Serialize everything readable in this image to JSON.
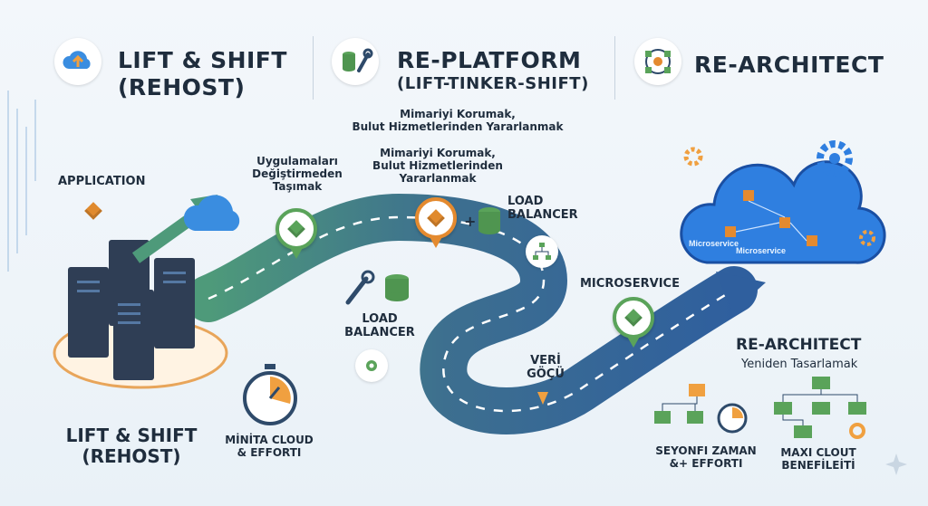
{
  "header": {
    "col1": {
      "title_line1": "LIFT & SHIFT",
      "title_line2": "(REHOST)",
      "icon": "cloud-upload-icon"
    },
    "col2": {
      "title_line1": "RE-PLATFORM",
      "title_line2": "(LIFT-TINKER-SHIFT)",
      "icon": "database-wrench-icon"
    },
    "col3": {
      "title_line1": "RE-ARCHITECT",
      "icon": "network-gear-icon"
    }
  },
  "labels": {
    "application": "APPLICATION",
    "lift_shift_line1": "LIFT & SHIFT",
    "lift_shift_line2": "(REHOST)",
    "pin1_line1": "Uygulamaları",
    "pin1_line2": "Değiştirmeden",
    "pin1_line3": "Taşımak",
    "pin2_line1": "Mimariyi Korumak,",
    "pin2_line2": "Bulut Hizmetlerinden",
    "pin2_line3": "Yararlanmak",
    "top_note_line1": "Mimariyi Korumak,",
    "top_note_line2": "Bulut Hizmetlerinden Yararlanmak",
    "load_balancer_top_line1": "LOAD",
    "load_balancer_top_line2": "BALANCER",
    "plus": "+",
    "load_balancer_mid_line1": "LOAD",
    "load_balancer_mid_line2": "BALANCER",
    "veri_line1": "VERİ",
    "veri_line2": "GÖÇÜ",
    "microservice": "MICROSERVICE",
    "minita_line1": "MİNİTA CLOUD",
    "minita_line2": "& EFFORTI",
    "rearchitect_title": "RE-ARCHITECT",
    "rearchitect_sub": "Yeniden Tasarlamak",
    "seyonfi_line1": "SEYONFI ZAMAN",
    "seyonfi_line2": "&+ EFFORTI",
    "maxi_line1": "MAXI CLOUT",
    "maxi_line2": "BENEFİLEİTİ",
    "ms_label": "Microservice"
  },
  "colors": {
    "road_green": "#4e9a7a",
    "road_blue": "#2f5f9e",
    "orange_accent": "#e48a2f",
    "green_accent": "#5aa35a",
    "cloud_blue": "#2f7fe0"
  }
}
